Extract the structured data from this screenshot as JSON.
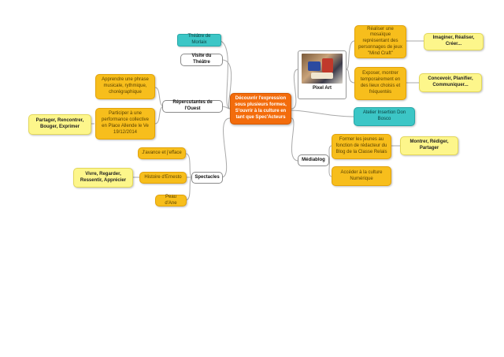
{
  "center": "Découvrir l'expression sous plusieurs formes, S'ouvrir à la culture en tant que Spec'Acteurs",
  "theatre_morlais": "Théâtre de Morlaix",
  "visite_theatre": "Visite du Théâtre",
  "repercutantes": "Répercutantes de l'Ouest",
  "apprendre": "Apprendre une phrase musicale, rythmique, chorégraphique",
  "participer": "Participer à une performance collective en Place Allende le Ve 19/12/2014",
  "partager": "Partager, Rencontrer, Bouger, Exprimer",
  "spectacles": "Spectacles",
  "javance": "J'avance et j'efface",
  "histoire": "Histoire d'Ernesto",
  "vivre": "Vivre, Regarder, Ressentir, Apprécier",
  "peau": "Peau d'Ane",
  "pixel_art": "Pixel Art",
  "realiser": "Réaliser une mosaïque représentant des personnages de jeux \"Mind Craft\"",
  "imaginer": "Imaginer, Réaliser, Créer...",
  "exposer": "Exposer, montrer temporairement en des lieux choisis et fréquentés",
  "concevoir": "Concevoir, Planifier, Communiquer...",
  "atelier": "Atelier Insertion Don Bosco",
  "mediablog": "Médiablog",
  "former": "Former les jeunes au fonction de rédacteur du Blog de la Classe Relais",
  "montrer": "Montrer, Rédiger, Partager",
  "acceder": "Accéder à la culture Numérique",
  "colors": {
    "orange": "#f7be1c",
    "yellow": "#fdf68b",
    "teal": "#3cc6c6",
    "center": "#f36c0c",
    "line": "#a9a9a9"
  }
}
